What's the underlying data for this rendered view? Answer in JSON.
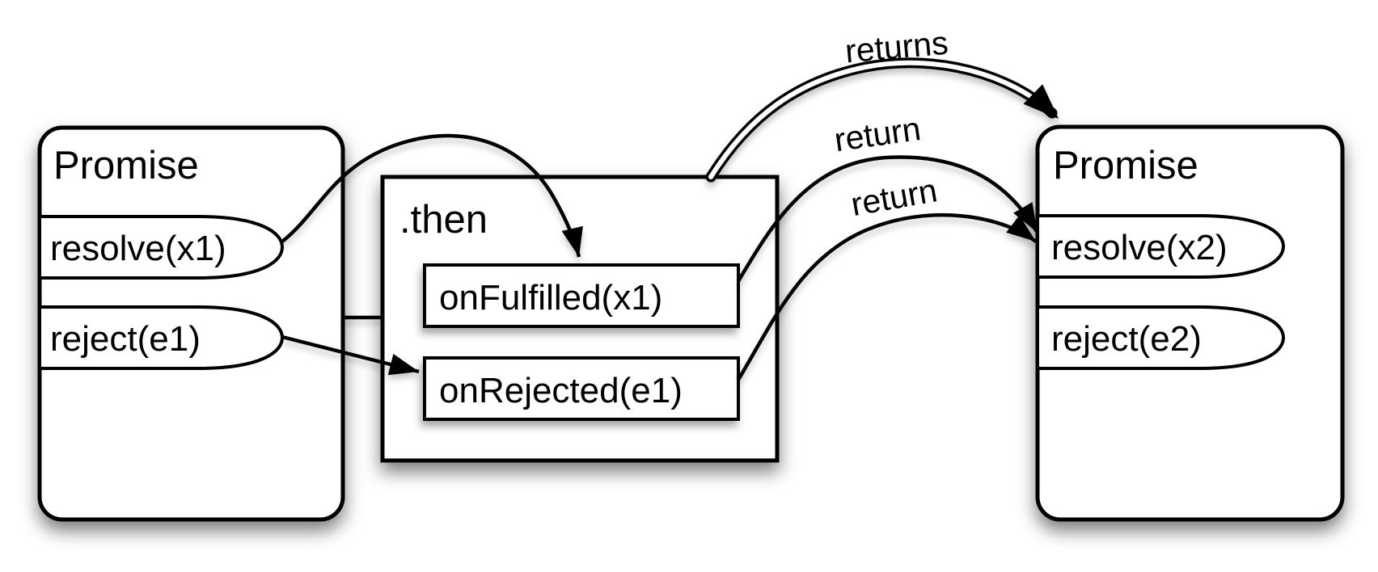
{
  "colors": {
    "background": "#ffffff",
    "stroke": "#000000",
    "box_fill": "#ffffff",
    "text": "#000000"
  },
  "promise1": {
    "title": "Promise",
    "resolve_label": "resolve(x1)",
    "reject_label": "reject(e1)"
  },
  "then_block": {
    "title": ".then",
    "on_fulfilled_label": "onFulfilled(x1)",
    "on_rejected_label": "onRejected(e1)"
  },
  "promise2": {
    "title": "Promise",
    "resolve_label": "resolve(x2)",
    "reject_label": "reject(e2)"
  },
  "arrow_labels": {
    "returns": "returns",
    "return_from_fulfilled": "return",
    "return_from_rejected": "return"
  }
}
